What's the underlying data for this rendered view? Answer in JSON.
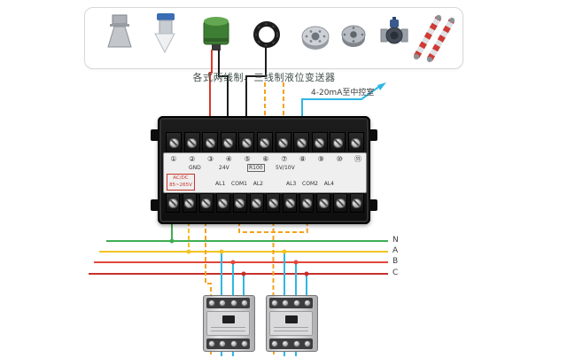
{
  "caption": "各式两线制、三线制液位变送器",
  "output_annotation": "4-20mA至中控室",
  "meter": {
    "terminal_numbers": [
      "①",
      "②",
      "③",
      "④",
      "⑤",
      "⑥",
      "⑦",
      "⑧",
      "⑨",
      "⑩",
      "⑪"
    ],
    "panel_labels": {
      "gnd": "GND",
      "v24": "24V",
      "r100": "R100",
      "signal": "5V/10V",
      "supply_line1": "AC/DC",
      "supply_line2": "85~265V",
      "al1": "AL1",
      "com1": "COM1",
      "al2": "AL2",
      "al3": "AL3",
      "com2": "COM2",
      "al4": "AL4"
    }
  },
  "power_lines": {
    "items": [
      {
        "label": "N",
        "color": "#3fae52"
      },
      {
        "label": "A",
        "color": "#f2c322"
      },
      {
        "label": "B",
        "color": "#e2483a"
      },
      {
        "label": "C",
        "color": "#c5302c"
      }
    ]
  },
  "wire_colors": {
    "red": "#d93a2b",
    "black": "#1e1e1e",
    "orange": "#f5a21b",
    "cyan": "#2fb7e2",
    "yellow": "#f2c322",
    "green": "#3fae52"
  },
  "icons": {
    "devices": [
      "radar-level-transmitter-icon",
      "ultrasonic-level-transmitter-icon",
      "two-wire-level-transmitter-icon",
      "signal-cable-coil-icon",
      "mounting-flange-icon",
      "process-flange-icon",
      "pressure-transmitter-icon",
      "magnetic-level-gauge-icon"
    ]
  }
}
